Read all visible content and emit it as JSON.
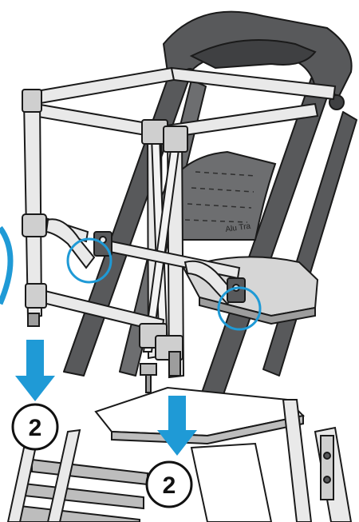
{
  "colors": {
    "accent_blue": "#1f9ad6",
    "frame_dark": "#58595b",
    "frame_light": "#e9e9e9",
    "outline": "#1a1a1a"
  },
  "diagram": {
    "steps": [
      {
        "label": "2",
        "arrow": "arrow-down-icon"
      },
      {
        "label": "2",
        "arrow": "arrow-down-icon"
      }
    ],
    "highlight_circles": 2,
    "seat_text": "Alu Tra"
  }
}
